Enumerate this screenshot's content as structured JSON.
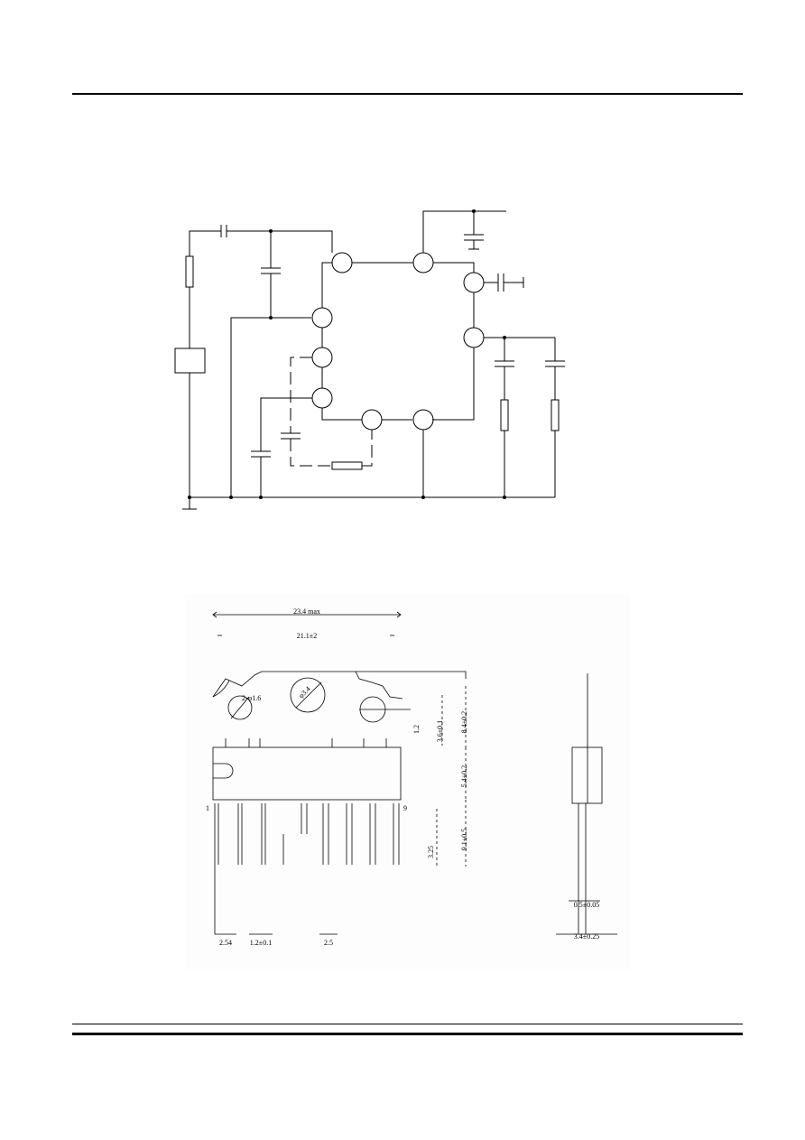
{
  "package_drawing": {
    "dims": {
      "overall_width": "23.4 max",
      "pin_span": "21.1±2",
      "hole_dia": "φ3.4",
      "mount_hole": "2-φ1.6",
      "tab_height": "8.4±0.2",
      "hole_pos": "3.6±0.1",
      "small_a": "1.2",
      "body_height": "5.4±0.2",
      "lead_length": "9.1±0.5",
      "lead_offset": "3.25",
      "pin_pitch_a": "2.54",
      "pin_pitch_b": "1.2±0.1",
      "pin_pitch_c": "2.5",
      "lead_thick": "0.5±0.05",
      "side_width": "3.4±0.25"
    },
    "pin_first": "1",
    "pin_last": "9"
  }
}
